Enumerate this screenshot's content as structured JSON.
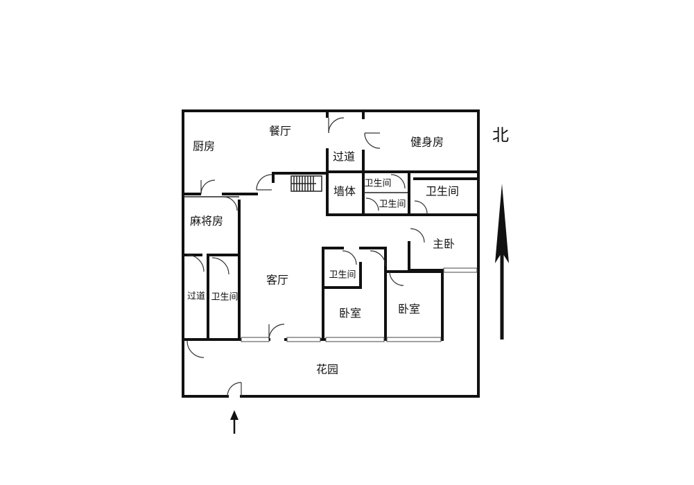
{
  "rooms": {
    "kitchen": "厨房",
    "dining": "餐厅",
    "passage_top": "过道",
    "gym": "健身房",
    "wall_block": "墙体",
    "bath_a": "卫生间",
    "bath_b": "卫生间",
    "bath_master": "卫生间",
    "master_bedroom": "主卧",
    "mahjong": "麻将房",
    "living": "客厅",
    "bath_inner": "卫生间",
    "bedroom_1": "卧室",
    "bedroom_2": "卧室",
    "passage_left": "过道",
    "bath_left": "卫生间",
    "garden": "花园"
  },
  "compass": {
    "label": "北",
    "direction": "north-up"
  },
  "entrance_arrow": "entrance-up"
}
